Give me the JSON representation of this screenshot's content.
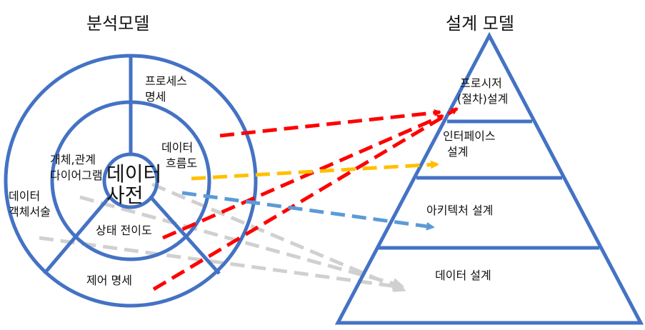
{
  "titles": {
    "analysis": "분석모델",
    "design": "설계 모델"
  },
  "analysis": {
    "center": [
      "데이터",
      "사전"
    ],
    "process_spec": [
      "프로세스",
      "명세"
    ],
    "dfd": [
      "데이터",
      "흐름도"
    ],
    "erd": [
      "개체,관계",
      "다이어그램"
    ],
    "std": "상태 전이도",
    "data_object_desc": [
      "데이터",
      "객체서술"
    ],
    "control_spec": "제어 명세"
  },
  "design": {
    "procedural": [
      "프로시저",
      "(절차)설계"
    ],
    "interface": [
      "인터페이스",
      "설계"
    ],
    "architecture": "아키텍처 설계",
    "data": "데이터 설계"
  },
  "colors": {
    "outline": "#4472c4",
    "red": "#ff0000",
    "orange": "#ffc000",
    "blue": "#5b9bd5",
    "gray": "#d0d0d0"
  }
}
